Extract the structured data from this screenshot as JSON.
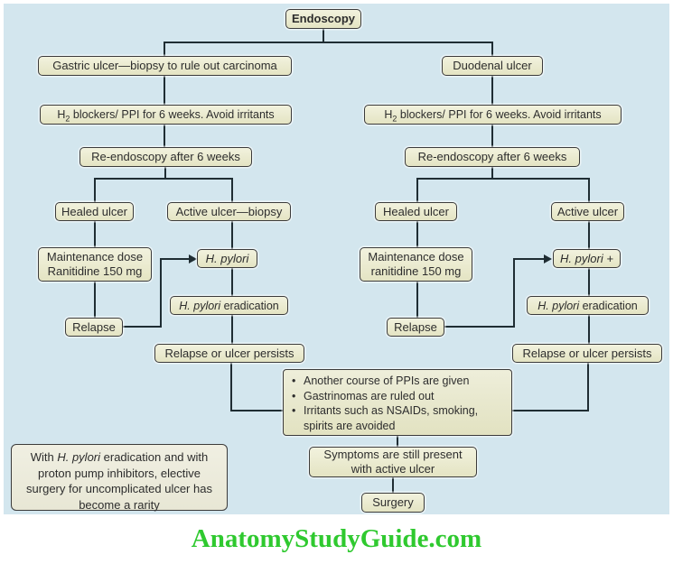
{
  "colors": {
    "background": "#d3e6ee",
    "box_fill": "#eaeacd",
    "box_border": "#3b3b3b",
    "connector": "#1f2d33",
    "text": "#2d2d2d",
    "brand_green": "#2fc92f"
  },
  "chart": {
    "endoscopy": "Endoscopy",
    "gastric": "Gastric ulcer—biopsy to rule out carcinoma",
    "duodenal": "Duodenal ulcer",
    "h2_h": "H",
    "h2_sub": "2",
    "h2_rest": " blockers/ PPI for 6 weeks. Avoid irritants",
    "re_endoscopy": "Re-endoscopy after 6 weeks",
    "healed": "Healed ulcer",
    "active_biopsy": "Active ulcer—biopsy",
    "active": "Active ulcer",
    "maint_left_line1": "Maintenance dose",
    "maint_left_line2": "Ranitidine 150 mg",
    "maint_right_line1": "Maintenance dose",
    "maint_right_line2": "ranitidine 150 mg",
    "hpylori": "H. pylori",
    "hpylori_plus": "H. pylori +",
    "erad_italic": "H. pylori",
    "erad_rest": " eradication",
    "relapse": "Relapse",
    "relapse_persists": "Relapse or ulcer persists",
    "bullets": [
      "Another course of PPIs are given",
      "Gastrinomas are ruled out",
      "Irritants such as NSAIDs, smoking, spirits are avoided"
    ],
    "symptoms_line1": "Symptoms are still present",
    "symptoms_line2": "with active ulcer",
    "surgery": "Surgery",
    "note_pre": "With ",
    "note_italic": "H. pylori",
    "note_post": " eradication and with proton pump inhibitors, elective surgery for uncomplicated ulcer has become a rarity"
  },
  "footer": {
    "brand": "AnatomyStudyGuide.com"
  }
}
